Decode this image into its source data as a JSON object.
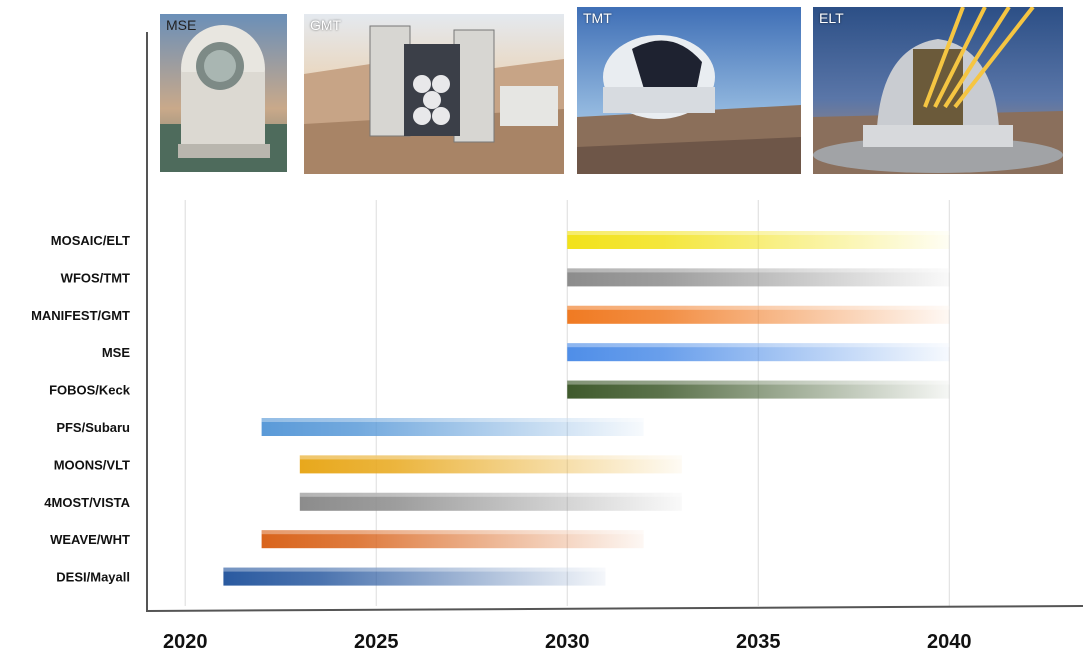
{
  "chart_data": {
    "type": "bar",
    "subtype": "gantt",
    "title": "",
    "xlabel": "",
    "ylabel": "",
    "xlim": [
      2019,
      2043.5
    ],
    "x_ticks": [
      2020,
      2025,
      2030,
      2035,
      2040
    ],
    "grid": true,
    "categories": [
      "MOSAIC/ELT",
      "WFOS/TMT",
      "MANIFEST/GMT",
      "MSE",
      "FOBOS/Keck",
      "PFS/Subaru",
      "MOONS/VLT",
      "4MOST/VISTA",
      "WEAVE/WHT",
      "DESI/Mayall"
    ],
    "series": [
      {
        "start": [
          2030,
          2030,
          2030,
          2030,
          2030,
          2022,
          2023,
          2023,
          2022,
          2021
        ],
        "end": [
          2040,
          2040,
          2040,
          2040,
          2040,
          2032,
          2033,
          2033,
          2032,
          2031
        ]
      }
    ],
    "colors": [
      "#f2e21a",
      "#8c8c8c",
      "#f07a22",
      "#4f8ee8",
      "#3f5a2c",
      "#5a9ad8",
      "#e8a81c",
      "#8c8c8c",
      "#d9641c",
      "#2a5aa0"
    ]
  },
  "telescope_images": [
    {
      "label": "MSE",
      "icon": "mse-dome-image"
    },
    {
      "label": "GMT",
      "icon": "gmt-telescope-image"
    },
    {
      "label": "TMT",
      "icon": "tmt-dome-image"
    },
    {
      "label": "ELT",
      "icon": "elt-laser-dome-image"
    }
  ]
}
